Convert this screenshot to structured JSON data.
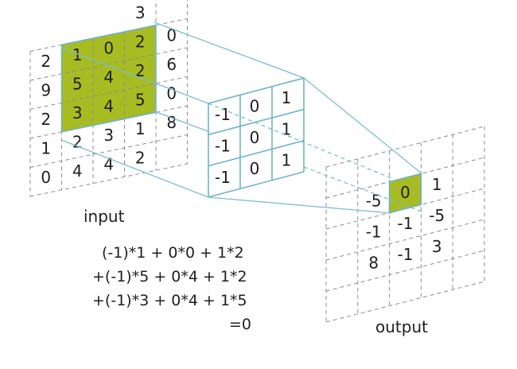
{
  "colors": {
    "highlight": "#a7bc22",
    "kernel_border": "#6fb2cf",
    "grid": "#8c8c8c"
  },
  "input": {
    "label": "input",
    "rows": [
      [
        "",
        "",
        "",
        "3"
      ],
      [
        "2",
        "1",
        "0",
        "2",
        "0"
      ],
      [
        "9",
        "5",
        "4",
        "2",
        "6"
      ],
      [
        "2",
        "3",
        "4",
        "5",
        "0"
      ],
      [
        "1",
        "2",
        "3",
        "1",
        "8"
      ],
      [
        "0",
        "4",
        "4",
        "2",
        ""
      ]
    ]
  },
  "kernel": {
    "rows": [
      [
        "-1",
        "0",
        "1"
      ],
      [
        "-1",
        "0",
        "1"
      ],
      [
        "-1",
        "0",
        "1"
      ]
    ]
  },
  "output": {
    "label": "output",
    "rows": [
      [
        "-5",
        "0",
        "1"
      ],
      [
        "-1",
        "-1",
        "-5"
      ],
      [
        "8",
        "-1",
        "3"
      ]
    ]
  },
  "equation": {
    "lines": [
      "(-1)*1 +  0*0 + 1*2",
      "+(-1)*5 +  0*4 + 1*2",
      "+(-1)*3 +  0*4 + 1*5",
      "=0"
    ]
  }
}
